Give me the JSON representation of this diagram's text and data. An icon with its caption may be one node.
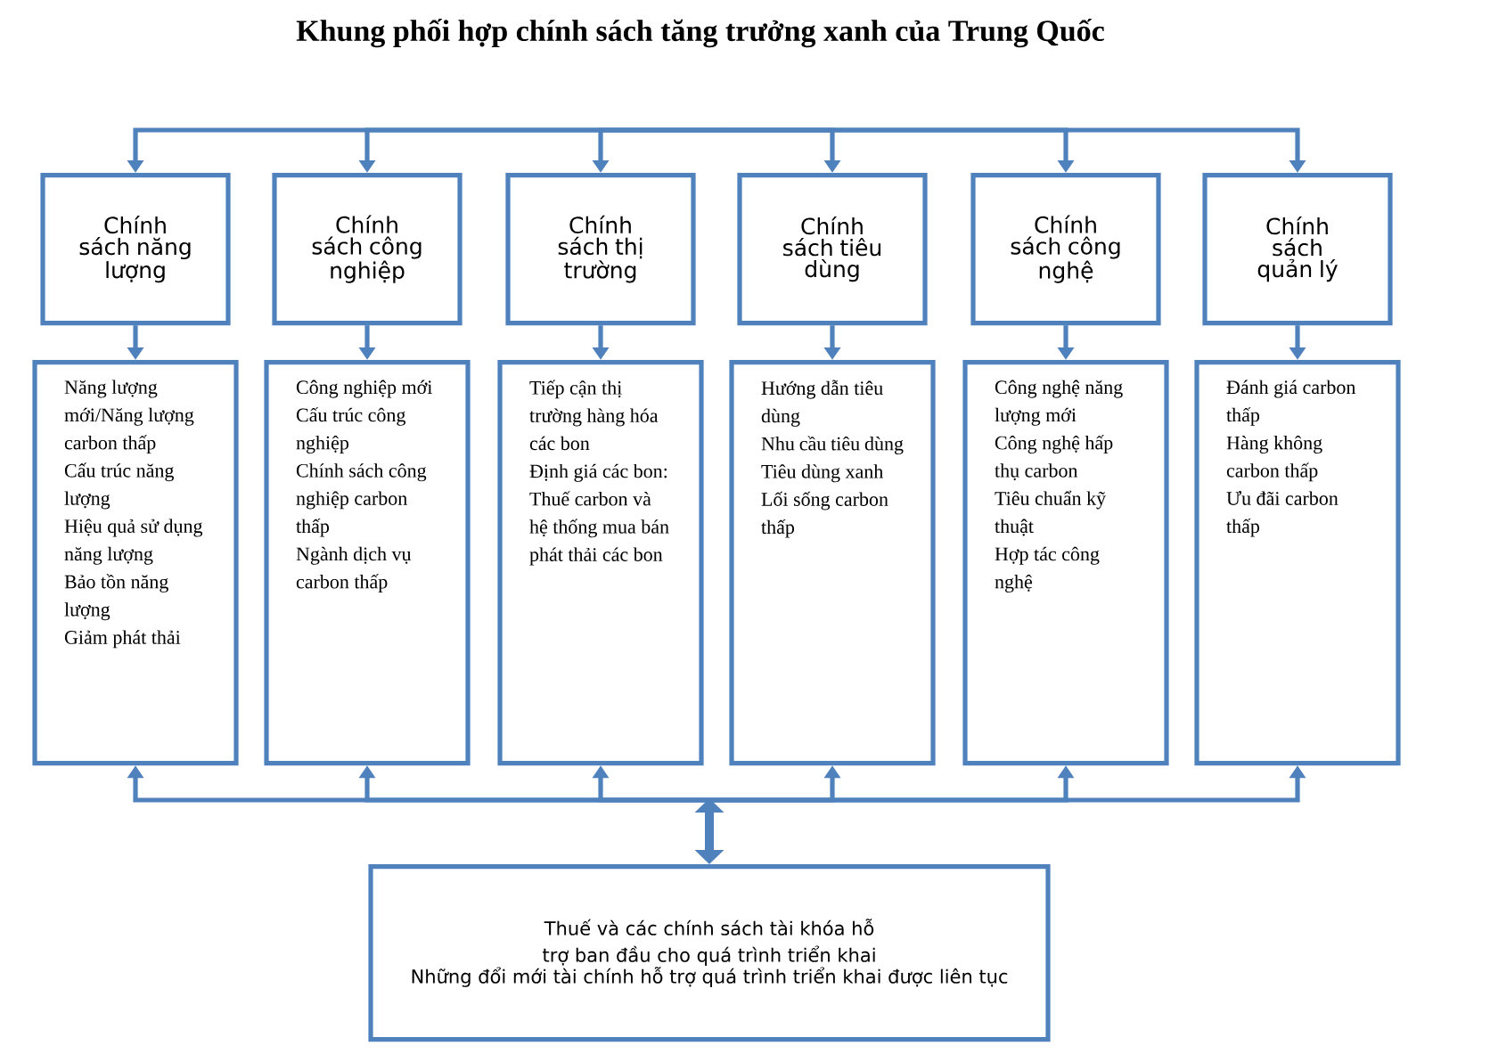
{
  "diagram": {
    "title": "Khung phối hợp chính sách tăng trưởng xanh của Trung Quốc",
    "nodes": [
      {
        "text": [
          "Chính sách năng lượng"
        ]
      },
      {
        "text": [
          "Chính sách công nghiệp"
        ]
      },
      {
        "text": [
          "Chính sách thị trường"
        ]
      },
      {
        "text": [
          "Chính sách tiêu dùng"
        ]
      },
      {
        "text": [
          "Chính sách công nghệ"
        ]
      },
      {
        "text": [
          "Chính sách quản lý"
        ]
      },
      {
        "text": [
          "Năng lượng mới/Năng lượng carbon thấp",
          "Cấu trúc năng lượng",
          "Hiệu quả sử dụng năng lượng",
          "Bảo tồn năng lượng",
          "Giảm phát thải"
        ]
      },
      {
        "text": [
          "Công nghiệp mới",
          "Cấu trúc công nghiệp",
          "Chính sách công nghiệp carbon thấp",
          "Ngành dịch vụ carbon thấp"
        ]
      },
      {
        "text": [
          "Tiếp cận thị trường hàng hóa các bon",
          "Định giá các bon: Thuế carbon và hệ thống mua bán phát thải các bon"
        ]
      },
      {
        "text": [
          "Hướng dẫn tiêu dùng",
          "Nhu cầu tiêu dùng",
          "Tiêu dùng xanh",
          "Lối sống carbon thấp"
        ]
      },
      {
        "text": [
          "Công nghệ năng lượng mới",
          "Công nghệ hấp thụ carbon",
          "Tiêu chuẩn kỹ thuật",
          "Hợp tác công nghệ"
        ]
      },
      {
        "text": [
          "Đánh giá carbon thấp",
          "Hàng không carbon thấp",
          "Ưu đãi carbon thấp"
        ]
      },
      {
        "text": [
          "Thuế và các chính sách tài khóa hỗ trợ ban đầu cho quá trình triển khai",
          "Những đổi mới tài chính hỗ trợ quá trình triển khai được liên tục"
        ]
      }
    ],
    "edges": [
      {
        "from": null,
        "to": 0,
        "arrow": "to"
      },
      {
        "from": null,
        "to": 1,
        "arrow": "to"
      },
      {
        "from": null,
        "to": 2,
        "arrow": "to"
      },
      {
        "from": null,
        "to": 3,
        "arrow": "to"
      },
      {
        "from": null,
        "to": 4,
        "arrow": "to"
      },
      {
        "from": null,
        "to": 5,
        "arrow": "to"
      },
      {
        "from": 0,
        "to": 6,
        "arrow": "to"
      },
      {
        "from": 1,
        "to": 7,
        "arrow": "to"
      },
      {
        "from": 2,
        "to": 8,
        "arrow": "to"
      },
      {
        "from": 3,
        "to": 9,
        "arrow": "to"
      },
      {
        "from": 4,
        "to": 10,
        "arrow": "to"
      },
      {
        "from": 5,
        "to": 11,
        "arrow": "to"
      },
      {
        "from": 12,
        "to": 6,
        "arrow": "both"
      },
      {
        "from": 12,
        "to": 7,
        "arrow": "both"
      },
      {
        "from": 12,
        "to": 8,
        "arrow": "both"
      },
      {
        "from": 12,
        "to": 9,
        "arrow": "both"
      },
      {
        "from": 12,
        "to": 10,
        "arrow": "both"
      },
      {
        "from": 12,
        "to": 11,
        "arrow": "both"
      }
    ]
  }
}
